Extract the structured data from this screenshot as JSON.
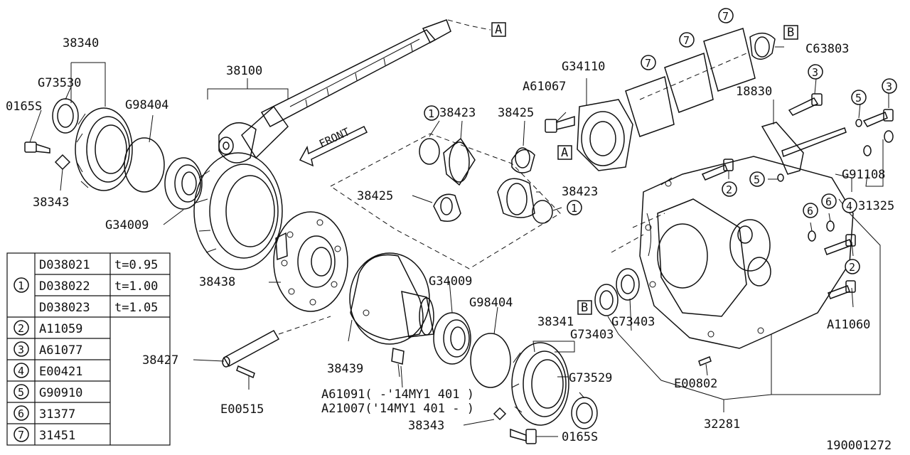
{
  "callouts": {
    "p38340": "38340",
    "p73530": "G73530",
    "p0165s_top": "0165S",
    "p98404_top": "G98404",
    "p38343_top": "38343",
    "p34009_top": "G34009",
    "p38100": "38100",
    "p38438": "38438",
    "p38423_top": "38423",
    "p38425_top": "38425",
    "p38425_left": "38425",
    "p38423_right": "38423",
    "p61067": "A61067",
    "p34110": "G34110",
    "p63803": "C63803",
    "p18830": "18830",
    "p91108": "G91108",
    "p31325": "31325",
    "p11060": "A11060",
    "p73403_a": "G73403",
    "p73403_b": "G73403",
    "p38341": "38341",
    "p73529": "G73529",
    "p34009_mid": "G34009",
    "p98404_mid": "G98404",
    "p38439": "38439",
    "p38427": "38427",
    "p00515": "E00515",
    "p61091": "A61091( -'14MY1 401 )",
    "p21007": "A21007('14MY1 401 - )",
    "p38343_bot": "38343",
    "p0165s_bot": "0165S",
    "p00802": "E00802",
    "p32281": "32281",
    "front": "FRONT",
    "box_a": "A",
    "box_b": "B",
    "n1": "1",
    "n2": "2",
    "n3": "3",
    "n4": "4",
    "n5": "5",
    "n6": "6",
    "n7": "7"
  },
  "legend": {
    "rows": [
      {
        "num": "1",
        "entries": [
          {
            "part": "D038021",
            "note": "t=0.95"
          },
          {
            "part": "D038022",
            "note": "t=1.00"
          },
          {
            "part": "D038023",
            "note": "t=1.05"
          }
        ]
      },
      {
        "num": "2",
        "entries": [
          {
            "part": "A11059",
            "note": ""
          }
        ]
      },
      {
        "num": "3",
        "entries": [
          {
            "part": "A61077",
            "note": ""
          }
        ]
      },
      {
        "num": "4",
        "entries": [
          {
            "part": "E00421",
            "note": ""
          }
        ]
      },
      {
        "num": "5",
        "entries": [
          {
            "part": "G90910",
            "note": ""
          }
        ]
      },
      {
        "num": "6",
        "entries": [
          {
            "part": "31377",
            "note": ""
          }
        ]
      },
      {
        "num": "7",
        "entries": [
          {
            "part": "31451",
            "note": ""
          }
        ]
      }
    ]
  },
  "diagram_id": "190001272"
}
